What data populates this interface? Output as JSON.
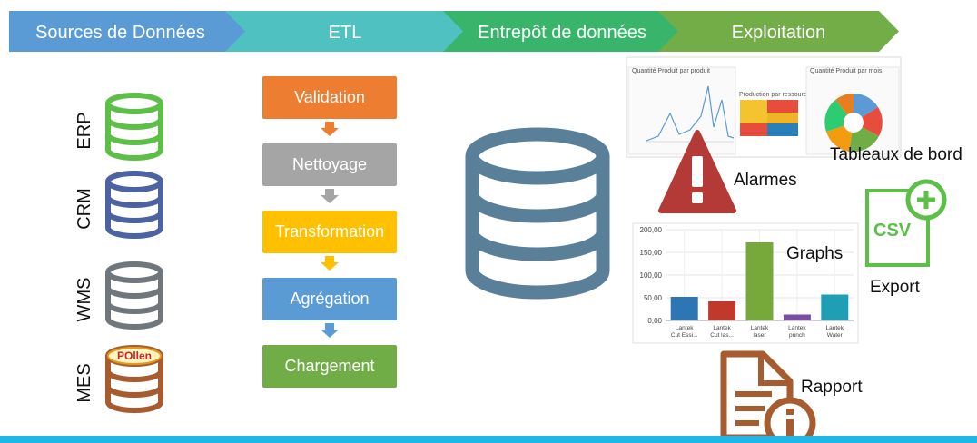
{
  "pipeline": [
    {
      "label": "Sources de Données",
      "color": "#5b9bd5"
    },
    {
      "label": "ETL",
      "color": "#4fc1c1"
    },
    {
      "label": "Entrepôt de données",
      "color": "#39b46b"
    },
    {
      "label": "Exploitation",
      "color": "#72ad47"
    }
  ],
  "sources": [
    {
      "label": "ERP",
      "color": "#5cbf47"
    },
    {
      "label": "CRM",
      "color": "#4b63a0"
    },
    {
      "label": "WMS",
      "color": "#6f767c"
    },
    {
      "label": "MES",
      "color": "#a65c2e",
      "logo": "POllen"
    }
  ],
  "etl_steps": [
    {
      "label": "Validation",
      "color": "#ed7d31"
    },
    {
      "label": "Nettoyage",
      "color": "#a5a5a5"
    },
    {
      "label": "Transformation",
      "color": "#ffc000"
    },
    {
      "label": "Agrégation",
      "color": "#5b9bd5"
    },
    {
      "label": "Chargement",
      "color": "#70ad47"
    }
  ],
  "warehouse": {
    "icon": "database-icon",
    "color": "#5a7f99"
  },
  "outputs": {
    "dashboard": {
      "label": "Tableaux de bord",
      "panel_titles": [
        "Quantité Produit par produit",
        "Production par ressource",
        "Quantité Produit par mois"
      ]
    },
    "alarms": {
      "label": "Alarmes",
      "color": "#b33a36"
    },
    "graphs": {
      "label": "Graphs"
    },
    "export": {
      "label": "Export",
      "badge": "CSV",
      "color": "#5cbf47"
    },
    "report": {
      "label": "Rapport",
      "color": "#a65c2e"
    }
  },
  "chart_data": {
    "type": "bar",
    "categories": [
      "Lantek Cut Essi...",
      "Lantek Cut las...",
      "Lantek laser",
      "Lantek punch",
      "Lantek Water"
    ],
    "values": [
      52,
      42,
      172,
      13,
      57
    ],
    "colors": [
      "#2e75b6",
      "#c0392b",
      "#77a83a",
      "#7b4ea3",
      "#1f9fb5"
    ],
    "yticks": [
      "0,00",
      "50,00",
      "100,00",
      "150,00",
      "200,00"
    ],
    "ylim": [
      0,
      200
    ]
  },
  "colors": {
    "bottom_bar": "#1fb6e8",
    "arrow": "#ed7d31"
  }
}
